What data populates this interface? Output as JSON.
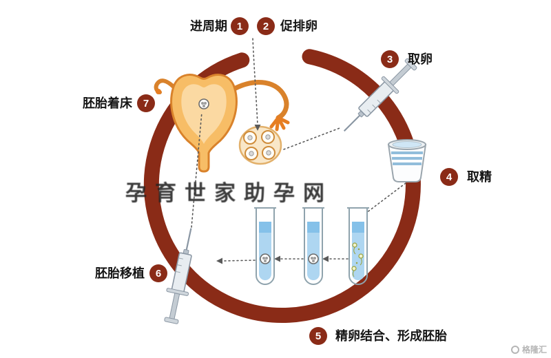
{
  "steps": [
    {
      "num": "1",
      "label": "进周期"
    },
    {
      "num": "2",
      "label": "促排卵"
    },
    {
      "num": "3",
      "label": "取卵"
    },
    {
      "num": "4",
      "label": "取精"
    },
    {
      "num": "5",
      "label": "精卵结合、形成胚胎"
    },
    {
      "num": "6",
      "label": "胚胎移植"
    },
    {
      "num": "7",
      "label": "胚胎着床"
    }
  ],
  "watermark": "孕育世家助孕网",
  "footer": {
    "logo_text": "格隆汇"
  },
  "colors": {
    "accent": "#8a2b17",
    "uterus": "#f7bd66",
    "liquid": "#aed6f1",
    "text": "#151515"
  }
}
